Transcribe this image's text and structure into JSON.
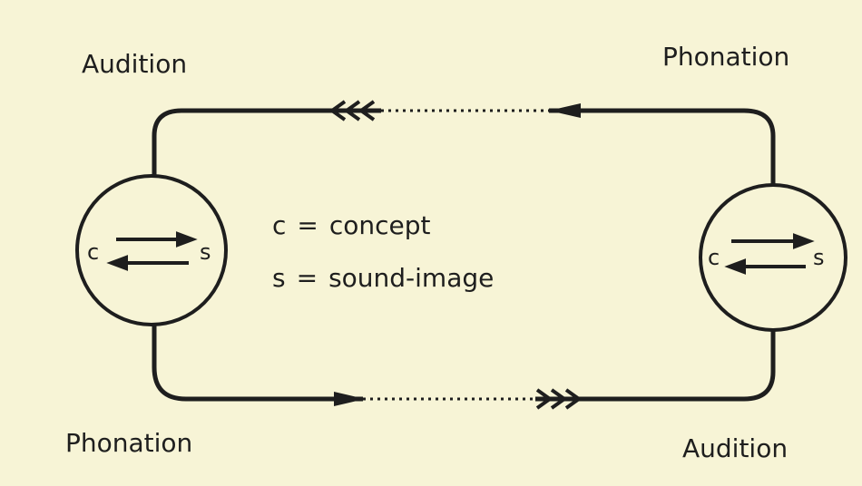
{
  "labels": {
    "left_top": "Audition",
    "right_top": "Phonation",
    "left_bottom": "Phonation",
    "right_bottom": "Audition"
  },
  "circle_letters": {
    "concept": "c",
    "sound": "s"
  },
  "legend": {
    "c_symbol": "c",
    "c_equals": "=",
    "c_text": "concept",
    "s_symbol": "s",
    "s_equals": "=",
    "s_text": "sound-image"
  },
  "colors": {
    "background": "#f7f4d6",
    "ink": "#1e1e1e"
  }
}
